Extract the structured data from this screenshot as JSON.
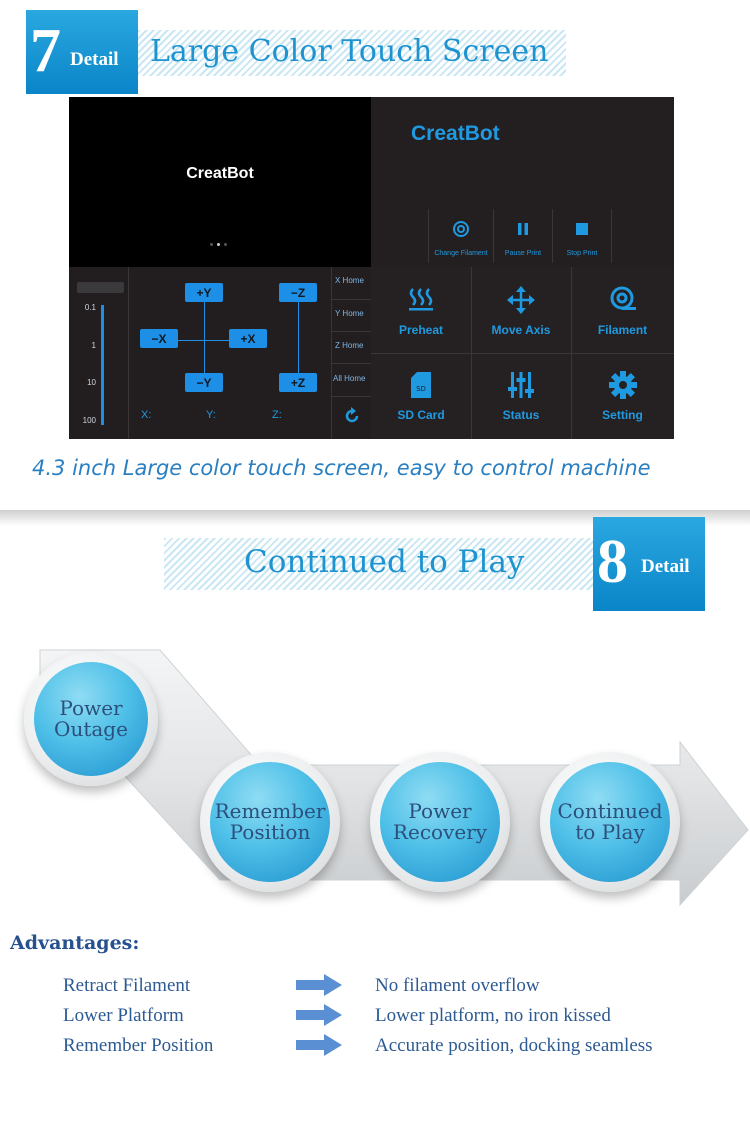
{
  "section7": {
    "number": "7",
    "badge_word": "Detail",
    "title": "Large Color Touch Screen"
  },
  "screen": {
    "splash_logo": "CreatBot",
    "header_logo": "CreatBot",
    "print_controls": [
      {
        "label": "Change Filament",
        "icon": "filament-change-icon"
      },
      {
        "label": "Pause Print",
        "icon": "pause-icon"
      },
      {
        "label": "Stop Print",
        "icon": "stop-icon"
      }
    ],
    "step_ticks": [
      "0.1",
      "1",
      "10",
      "100"
    ],
    "jog": {
      "plus_y": "+Y",
      "minus_y": "−Y",
      "minus_x": "−X",
      "plus_x": "+X",
      "minus_z": "−Z",
      "plus_z": "+Z"
    },
    "coords": {
      "x": "X:",
      "y": "Y:",
      "z": "Z:"
    },
    "home_buttons": [
      "X Home",
      "Y Home",
      "Z Home",
      "All Home"
    ],
    "menu": [
      {
        "label": "Preheat",
        "icon": "heat-icon"
      },
      {
        "label": "Move Axis",
        "icon": "move-arrows-icon"
      },
      {
        "label": "Filament",
        "icon": "filament-spool-icon"
      },
      {
        "label": "SD Card",
        "icon": "sd-card-icon"
      },
      {
        "label": "Status",
        "icon": "sliders-icon"
      },
      {
        "label": "Setting",
        "icon": "gear-icon"
      }
    ],
    "colors": {
      "accent": "#1f9ae0",
      "background": "#1e1c1f"
    }
  },
  "caption": "4.3 inch Large color touch screen, easy to control machine",
  "section8": {
    "number": "8",
    "badge_word": "Detail",
    "title": "Continued to Play"
  },
  "flow": {
    "steps": [
      {
        "line1": "Power",
        "line2": "Outage"
      },
      {
        "line1": "Remember",
        "line2": "Position"
      },
      {
        "line1": "Power",
        "line2": "Recovery"
      },
      {
        "line1": "Continued",
        "line2": "to Play"
      }
    ]
  },
  "advantages": {
    "title": "Advantages:",
    "rows": [
      {
        "feature": "Retract Filament",
        "benefit": "No filament overflow"
      },
      {
        "feature": "Lower Platform",
        "benefit": "Lower platform, no iron kissed"
      },
      {
        "feature": "Remember Position",
        "benefit": "Accurate position, docking seamless"
      }
    ]
  }
}
